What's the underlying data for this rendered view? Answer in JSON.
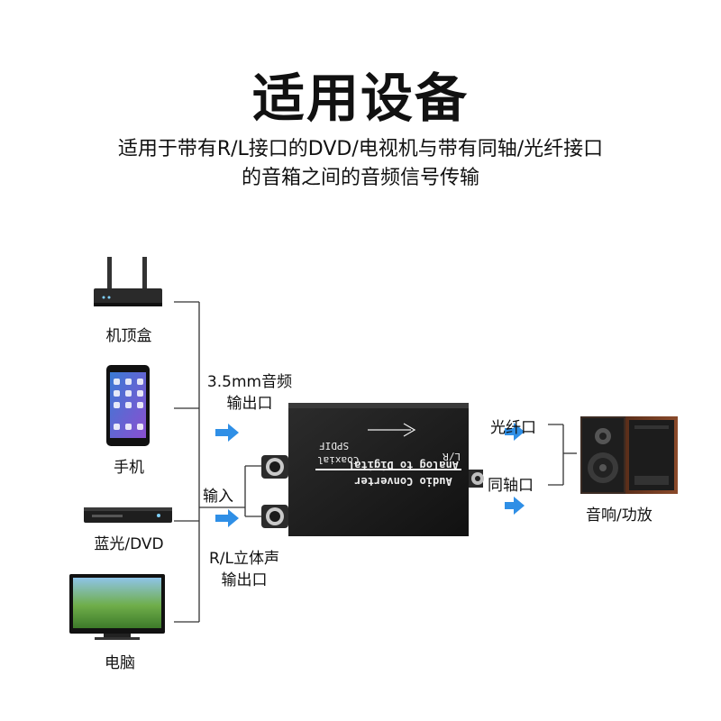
{
  "title": "适用设备",
  "subtitle": {
    "line1": "适用于带有R/L接口的DVD/电视机与带有同轴/光纤接口",
    "line2": "的音箱之间的音频信号传输"
  },
  "sources": [
    {
      "label": "机顶盒",
      "icon": "router-set-top-box-icon"
    },
    {
      "label": "手机",
      "icon": "smartphone-icon"
    },
    {
      "label": "蓝光/DVD",
      "icon": "dvd-player-icon"
    },
    {
      "label": "电脑",
      "icon": "monitor-icon"
    }
  ],
  "inputs": {
    "jack_note": {
      "line1": "3.5mm音频",
      "line2": "输出口"
    },
    "input_label": "输入",
    "rl_note": {
      "line1": "R/L立体声",
      "line2": "输出口"
    }
  },
  "device": {
    "text_line1": "Analog to Digital",
    "text_line2": "Audio Converter",
    "spdif": "SPDIF",
    "coaxial": "Coaxial",
    "lr": "L/R"
  },
  "outputs": {
    "optical_label": "光纤口",
    "coaxial_label": "同轴口",
    "speaker_label": "音响/功放"
  },
  "colors": {
    "arrow": "#2f8fe6",
    "line": "#333333",
    "device_body": "#1c1c1c"
  }
}
